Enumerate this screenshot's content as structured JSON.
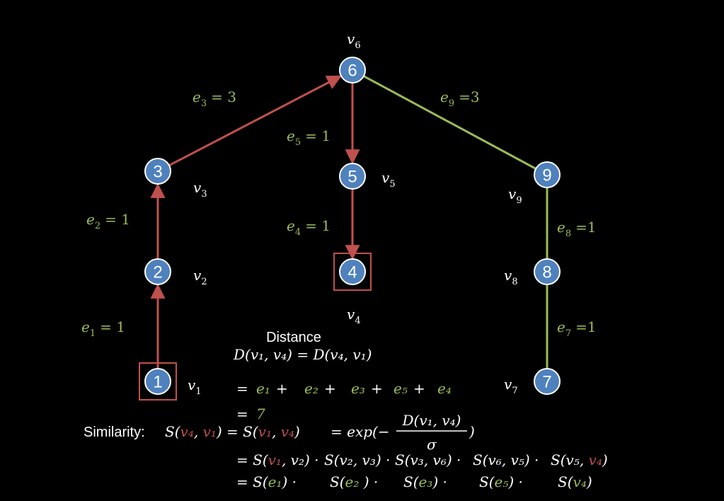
{
  "colors": {
    "background": "#000000",
    "node_fill": "#4f81bd",
    "node_stroke": "#ffffff",
    "red_edge": "#c0504d",
    "green_edge": "#9bbb59",
    "text": "#ffffff",
    "highlight_box": "#c0504d"
  },
  "nodes": [
    {
      "id": "1",
      "label": "1",
      "var": "v",
      "sub": "1"
    },
    {
      "id": "2",
      "label": "2",
      "var": "v",
      "sub": "2"
    },
    {
      "id": "3",
      "label": "3",
      "var": "v",
      "sub": "3"
    },
    {
      "id": "4",
      "label": "4",
      "var": "v",
      "sub": "4"
    },
    {
      "id": "5",
      "label": "5",
      "var": "v",
      "sub": "5"
    },
    {
      "id": "6",
      "label": "6",
      "var": "v",
      "sub": "6"
    },
    {
      "id": "7",
      "label": "7",
      "var": "v",
      "sub": "7"
    },
    {
      "id": "8",
      "label": "8",
      "var": "v",
      "sub": "8"
    },
    {
      "id": "9",
      "label": "9",
      "var": "v",
      "sub": "9"
    }
  ],
  "edges": [
    {
      "id": "e1",
      "from": "1",
      "to": "2",
      "color": "red",
      "directed": true,
      "name": "e",
      "sub": "1",
      "eq": "= 1"
    },
    {
      "id": "e2",
      "from": "2",
      "to": "3",
      "color": "red",
      "directed": true,
      "name": "e",
      "sub": "2",
      "eq": "= 1"
    },
    {
      "id": "e3",
      "from": "3",
      "to": "6",
      "color": "red",
      "directed": true,
      "name": "e",
      "sub": "3",
      "eq": "= 3"
    },
    {
      "id": "e5",
      "from": "6",
      "to": "5",
      "color": "red",
      "directed": true,
      "name": "e",
      "sub": "5",
      "eq": "= 1"
    },
    {
      "id": "e4",
      "from": "5",
      "to": "4",
      "color": "red",
      "directed": true,
      "name": "e",
      "sub": "4",
      "eq": "= 1"
    },
    {
      "id": "e9",
      "from": "6",
      "to": "9",
      "color": "green",
      "directed": false,
      "name": "e",
      "sub": "9",
      "eq": "=3"
    },
    {
      "id": "e8",
      "from": "9",
      "to": "8",
      "color": "green",
      "directed": false,
      "name": "e",
      "sub": "8",
      "eq": "=1"
    },
    {
      "id": "e7",
      "from": "8",
      "to": "7",
      "color": "green",
      "directed": false,
      "name": "e",
      "sub": "7",
      "eq": "=1"
    }
  ],
  "highlighted_nodes": [
    "1",
    "4"
  ],
  "formula": {
    "distance_title": "Distance",
    "distance_lhs": "D(v₁, v₄) = D(v₄, v₁)",
    "distance_sum_eq": "=",
    "distance_terms": [
      {
        "text": "e₁",
        "op": "+"
      },
      {
        "text": "e₂",
        "op": "+"
      },
      {
        "text": "e₃",
        "op": "+"
      },
      {
        "text": "e₅",
        "op": "+"
      },
      {
        "text": "e₄",
        "op": ""
      }
    ],
    "distance_result_eq": "=",
    "distance_result": "7",
    "similarity_label": "Similarity:",
    "sim_line1_a": "S(",
    "sim_line1_v4": "v₄",
    "sim_line1_comma": ", ",
    "sim_line1_v1": "v₁",
    "sim_line1_b": ") = S(",
    "sim_line1_v1b": "v₁",
    "sim_line1_c": ", ",
    "sim_line1_v4b": "v₄",
    "sim_line1_d": ")",
    "sim_exp": "= exp(−",
    "sim_frac_num": "D(v₁, v₄)",
    "sim_frac_den": "σ",
    "sim_exp_close": ")",
    "sim_line2": [
      {
        "pre": "= S(",
        "red": "v₁",
        "post": ", v₂) ·"
      },
      {
        "pre": "S(v₂, v₃) ·",
        "red": "",
        "post": ""
      },
      {
        "pre": "S(v₃, v₆) ·",
        "red": "",
        "post": ""
      },
      {
        "pre": "S(v₆, v₅) ·",
        "red": "",
        "post": ""
      },
      {
        "pre": "S(v₅, ",
        "red": "v₄",
        "post": ")"
      }
    ],
    "sim_line3": [
      {
        "pre": "= S(",
        "green": "e₁",
        "post": ") ·"
      },
      {
        "pre": "S(",
        "green": "e₂",
        "post": " ) ·"
      },
      {
        "pre": "S(",
        "green": "e₃",
        "post": ") ·"
      },
      {
        "pre": "S(",
        "green": "e₅",
        "post": ") ·"
      },
      {
        "pre": "S(",
        "green": "v₄",
        "post": ")"
      }
    ]
  }
}
